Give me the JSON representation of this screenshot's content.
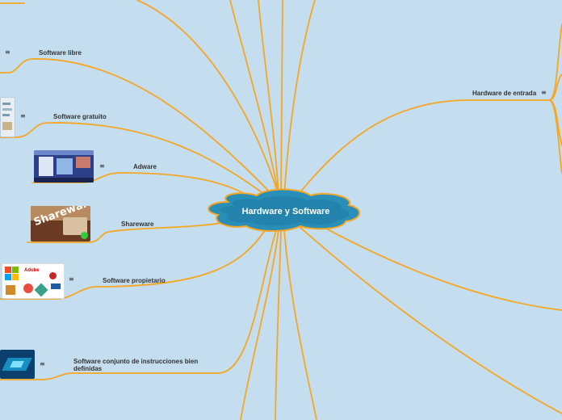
{
  "central": {
    "label": "Hardware y Software"
  },
  "branches": {
    "software_libre": "Software libre",
    "software_gratuito": "Software gratuito",
    "adware": "Adware",
    "shareware": "Shareware",
    "software_propietario": "Software propietario",
    "software_conjunto": "Software conjunto de instrucciones bien definidas",
    "hardware_entrada": "Hardware de entrada"
  },
  "images": {
    "shareware_text": "Shareware",
    "adobe_text": "Adobe"
  },
  "colors": {
    "background": "#c4def0",
    "connector": "#f5a623",
    "central_fill": "#2a8fb8",
    "central_stroke": "#f5a623"
  },
  "icons": {
    "notes": "menu-lines-icon"
  }
}
